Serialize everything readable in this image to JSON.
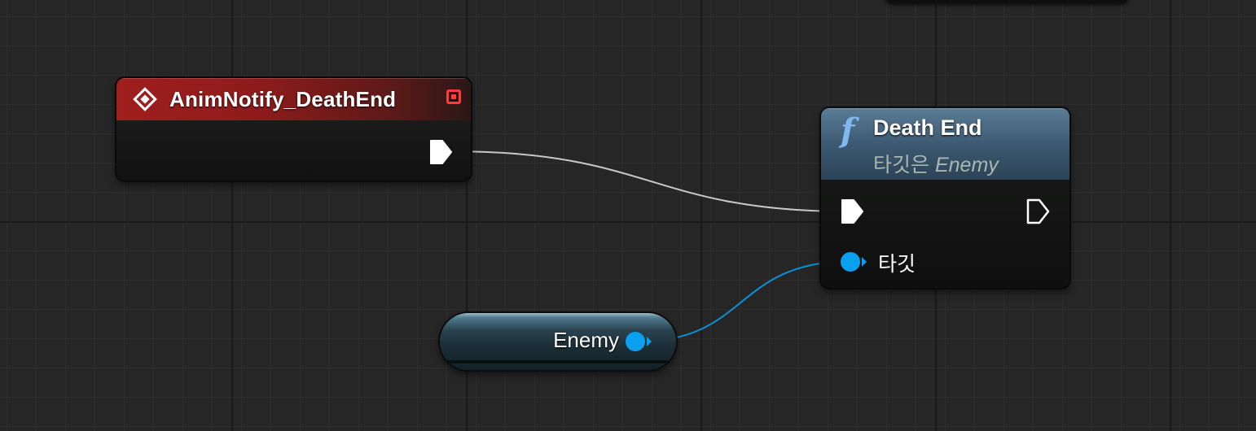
{
  "event_node": {
    "title": "AnimNotify_DeathEnd",
    "header_color": "#a01e1e"
  },
  "function_node": {
    "icon_glyph": "f",
    "title": "Death End",
    "subtitle_prefix": "타깃은",
    "subtitle_target": "Enemy",
    "target_pin_label": "타깃",
    "header_color": "#3d5a72"
  },
  "variable_node": {
    "label": "Enemy",
    "pin_color": "#0aa0f0"
  },
  "icons": {
    "event": "event-diamond-icon",
    "delegate": "delegate-pin-icon",
    "function": "function-f-icon",
    "exec": "exec-pin-icon",
    "object": "object-pin-icon"
  },
  "colors": {
    "exec_wire": "#c8c8c8",
    "object_wire": "#0b8fd6",
    "grid_bg": "#262626"
  }
}
